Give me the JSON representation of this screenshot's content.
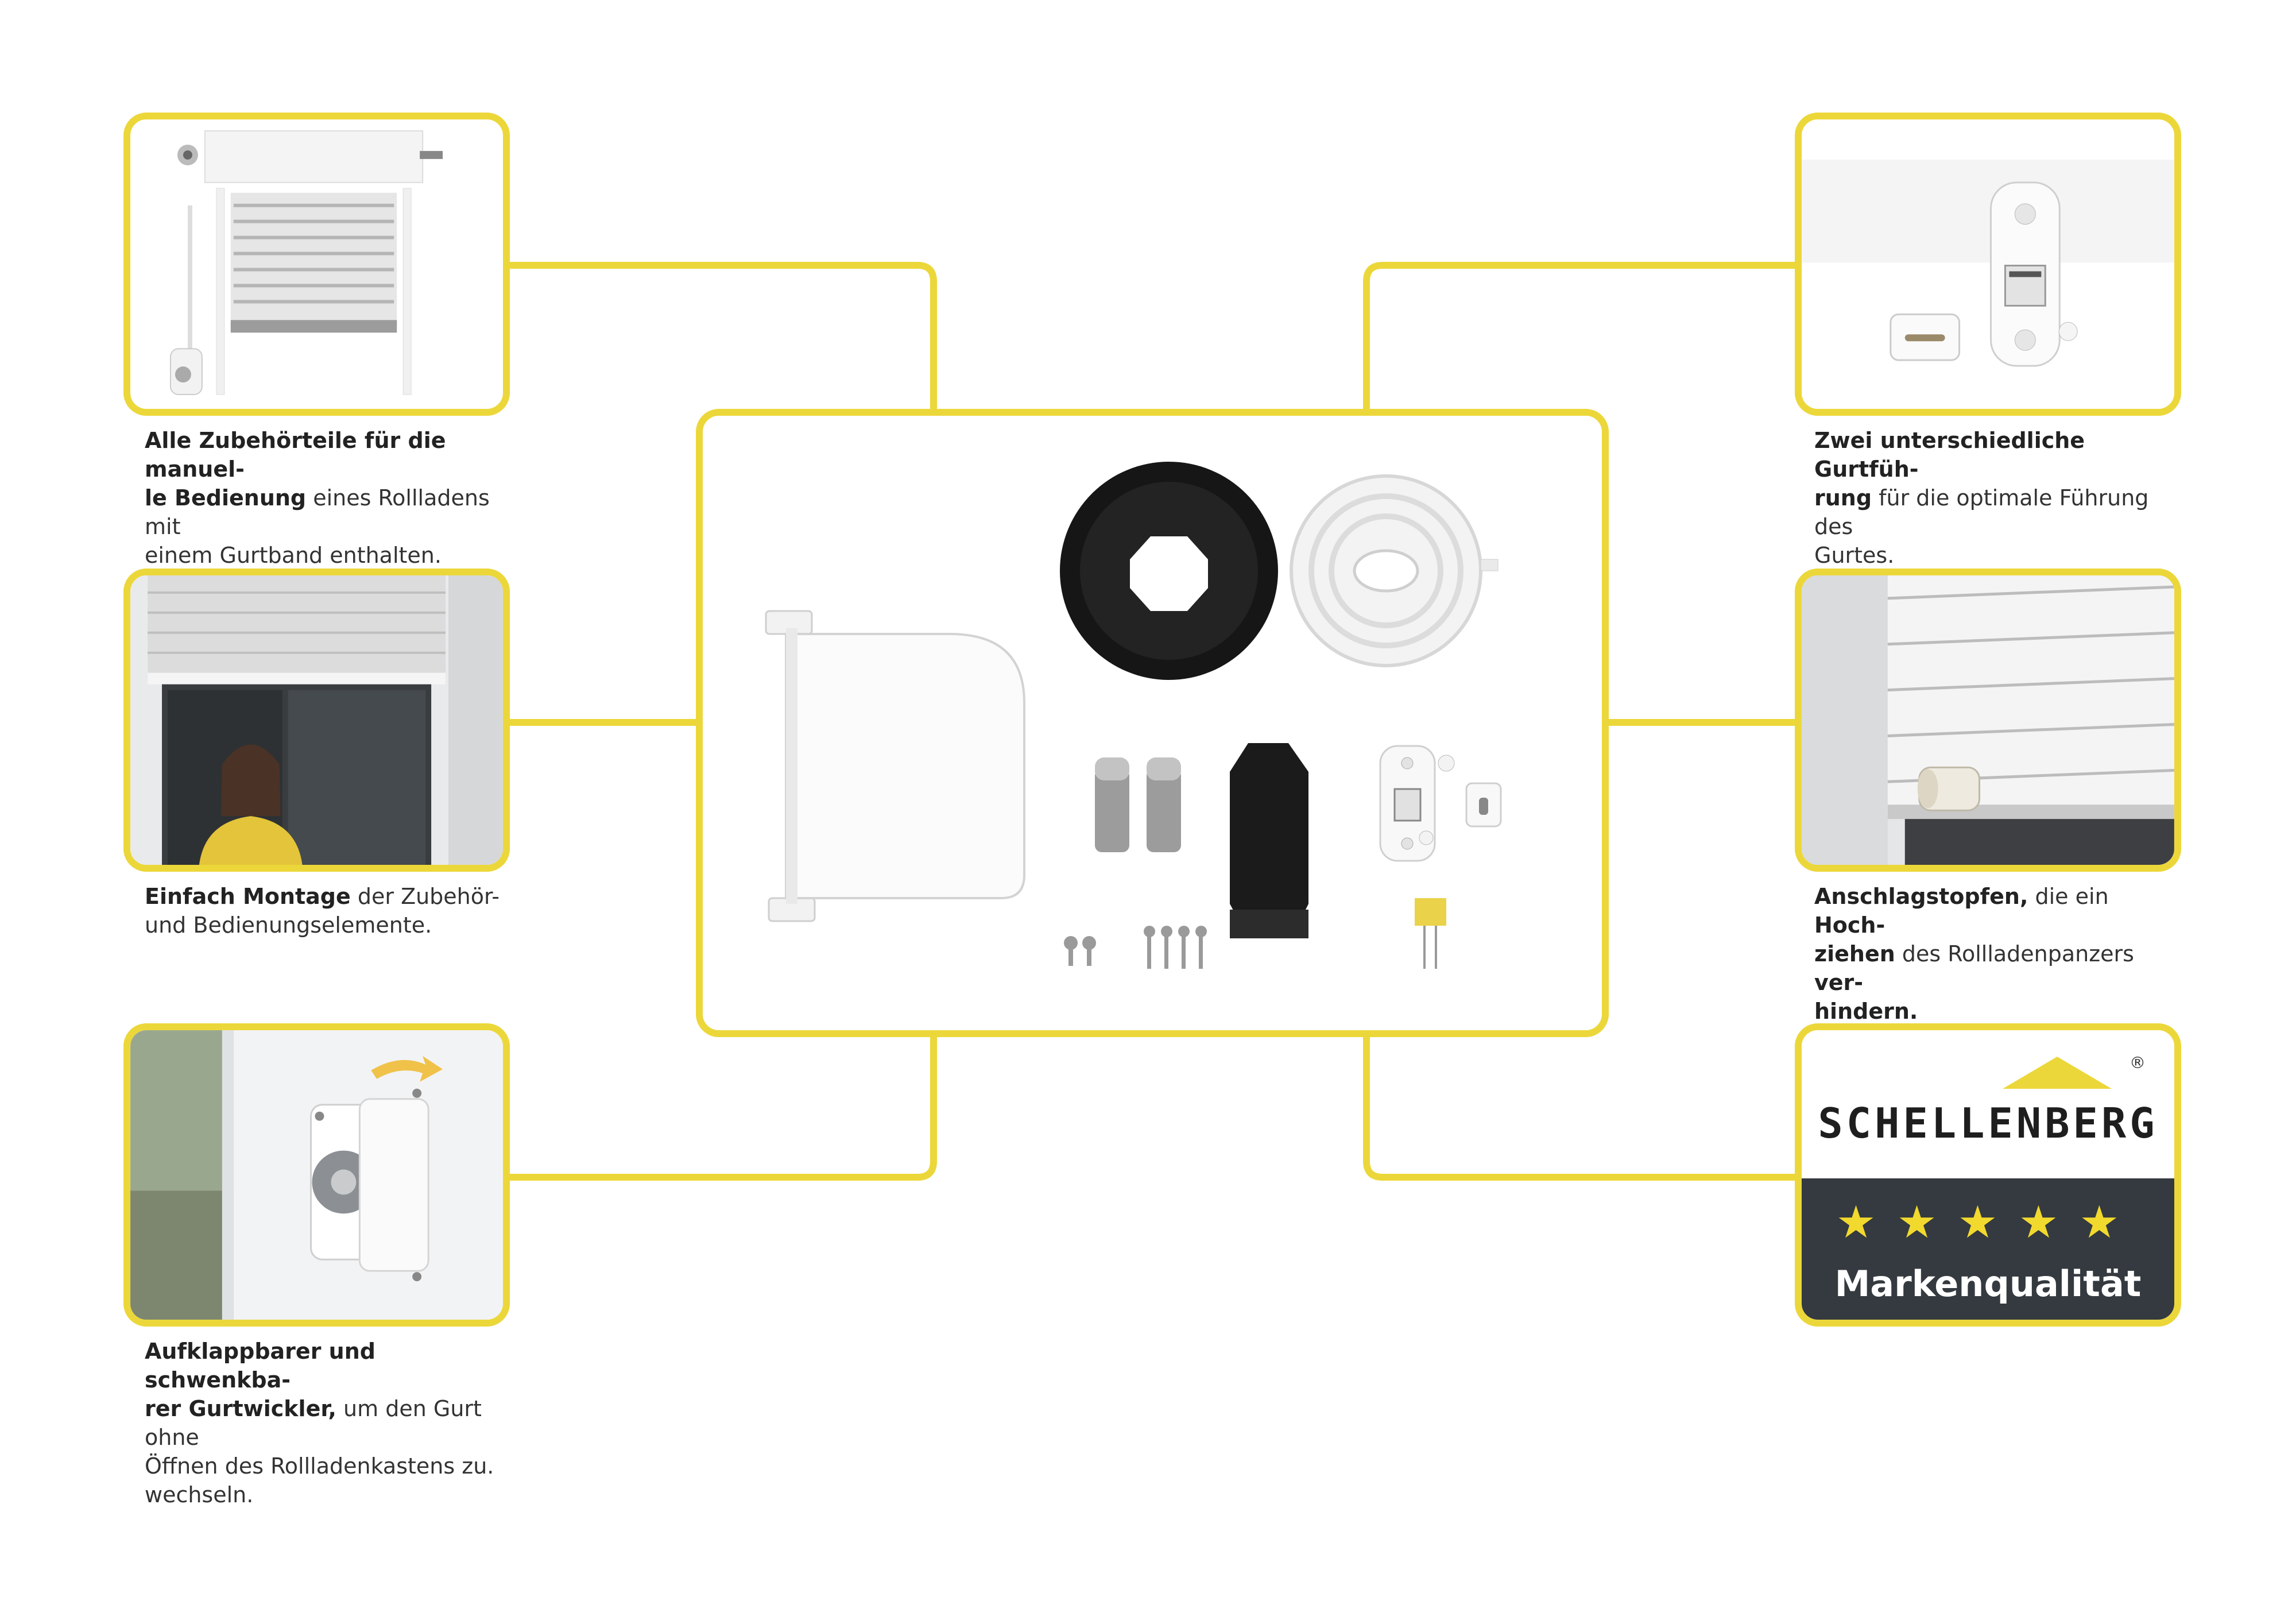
{
  "colors": {
    "accent": "#ecd73a",
    "dark_panel": "#343a3f",
    "text": "#333333"
  },
  "captions": {
    "top_left": {
      "bold1": "Alle Zubehörteile für die manuel-\nle Bedienung",
      "normal1": " eines Rollladens mit\neinem Gurtband enthalten."
    },
    "mid_left": {
      "bold1": "Einfach Montage",
      "normal1": " der Zubehör-\nund Bedienungselemente."
    },
    "bottom_left": {
      "bold1": "Aufklappbarer und schwenkba-\nrer Gurtwickler,",
      "normal1": " um den Gurt ohne\nÖffnen des Rollladenkastens zu.\nwechseln."
    },
    "top_right": {
      "bold1": "Zwei unterschiedliche Gurtfüh-\nrung",
      "normal1": " für die optimale Führung des\nGurtes."
    },
    "mid_right": {
      "bold1": "Anschlagstopfen,",
      "normal1": " die ein ",
      "bold2": "Hoch-\nziehen",
      "normal2": " des Rollladenpanzers ",
      "bold3": "ver-\nhindern."
    }
  },
  "brand": {
    "name": "SCHELLENBERG",
    "registered": "®",
    "stars": "★★★★★",
    "claim": "Markenqualität"
  },
  "icons": [
    "roller-shutter-set-icon",
    "window-woman-photo",
    "belt-winder-photo",
    "belt-guide-icon",
    "shutter-stopper-photo",
    "accessory-kit-icon"
  ]
}
